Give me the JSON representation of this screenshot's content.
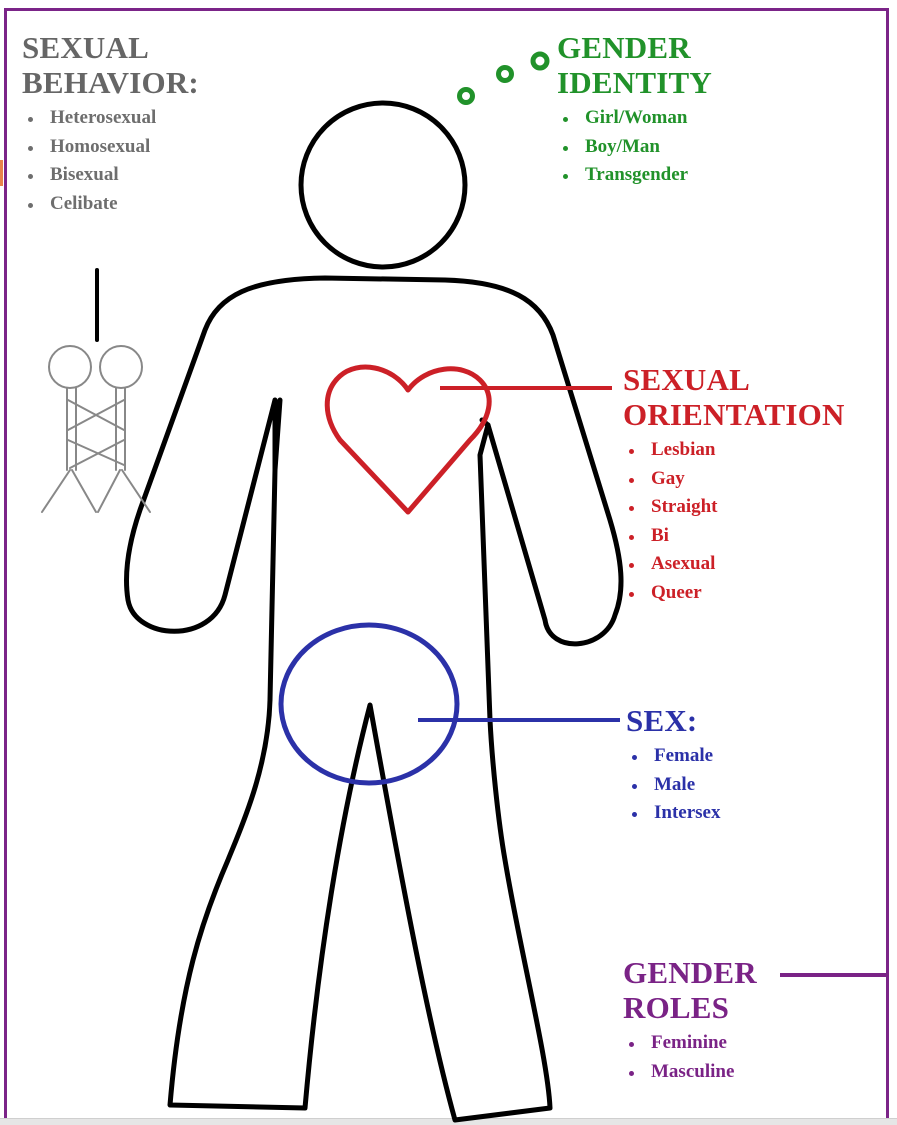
{
  "colors": {
    "behavior": "#666666",
    "identity": "#21922a",
    "orientation": "#cc2027",
    "sex": "#2b31a8",
    "roles": "#7a2386",
    "frame": "#7b2488",
    "outline": "#000000"
  },
  "sexual_behavior": {
    "heading_line1": "SEXUAL",
    "heading_line2": "BEHAVIOR:",
    "items": [
      "Heterosexual",
      "Homosexual",
      "Bisexual",
      "Celibate"
    ]
  },
  "gender_identity": {
    "heading_line1": "GENDER",
    "heading_line2": "IDENTITY",
    "items": [
      "Girl/Woman",
      "Boy/Man",
      "Transgender"
    ]
  },
  "sexual_orientation": {
    "heading_line1": "SEXUAL",
    "heading_line2": "ORIENTATION",
    "items": [
      "Lesbian",
      "Gay",
      "Straight",
      "Bi",
      "Asexual",
      "Queer"
    ]
  },
  "sex": {
    "heading_line1": "SEX:",
    "items": [
      "Female",
      "Male",
      "Intersex"
    ]
  },
  "gender_roles": {
    "heading_line1": "GENDER",
    "heading_line2": "ROLES",
    "items": [
      "Feminine",
      "Masculine"
    ]
  },
  "icons": {
    "thought_bubbles": "thought-bubble-icon",
    "heart": "heart-icon",
    "stick_figures": "two-stick-figures-icon"
  }
}
